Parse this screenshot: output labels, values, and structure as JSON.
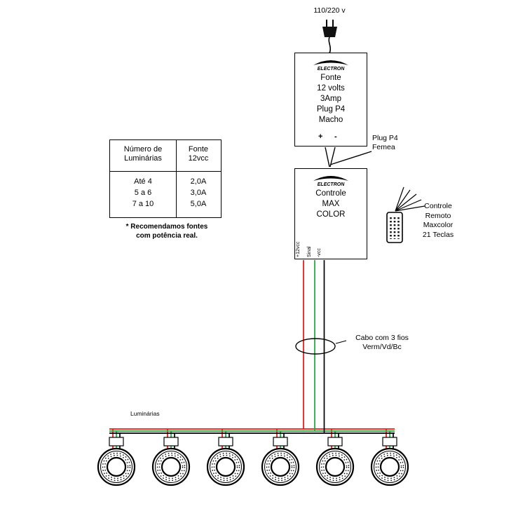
{
  "power": {
    "label": "110/220 v"
  },
  "fonte_box": {
    "brand": "ELECTRON",
    "lines": [
      "Fonte",
      "12 volts",
      "3Amp",
      "Plug P4",
      "Macho"
    ],
    "terminal_plus": "+",
    "terminal_minus": "-"
  },
  "plug_femea": {
    "line1": "Plug P4",
    "line2": "Femea"
  },
  "controle_box": {
    "brand": "ELECTRON",
    "lines": [
      "Controle",
      "MAX",
      "COLOR"
    ],
    "outputs": [
      "+12vcc",
      "Sinal",
      "-vcc"
    ]
  },
  "remote": {
    "lines": [
      "Controle",
      "Remoto",
      "Maxcolor",
      "21 Teclas"
    ]
  },
  "table": {
    "header_col1": [
      "Número de",
      "Luminárias"
    ],
    "header_col2": [
      "Fonte",
      "12vcc"
    ],
    "rows": [
      {
        "qty": "Até 4",
        "amp": "2,0A"
      },
      {
        "qty": "5 a 6",
        "amp": "3,0A"
      },
      {
        "qty": "7 a 10",
        "amp": "5,0A"
      }
    ],
    "note_line1": "* Recomendamos fontes",
    "note_line2": "com potência real."
  },
  "cable": {
    "line1": "Cabo com 3 fios",
    "line2": "Verm/Vd/Bc"
  },
  "luminaires": {
    "label": "Luminárias",
    "count": 6
  },
  "colors": {
    "wire_red": "#ee1111",
    "wire_green": "#1aa838",
    "wire_black": "#000000"
  }
}
